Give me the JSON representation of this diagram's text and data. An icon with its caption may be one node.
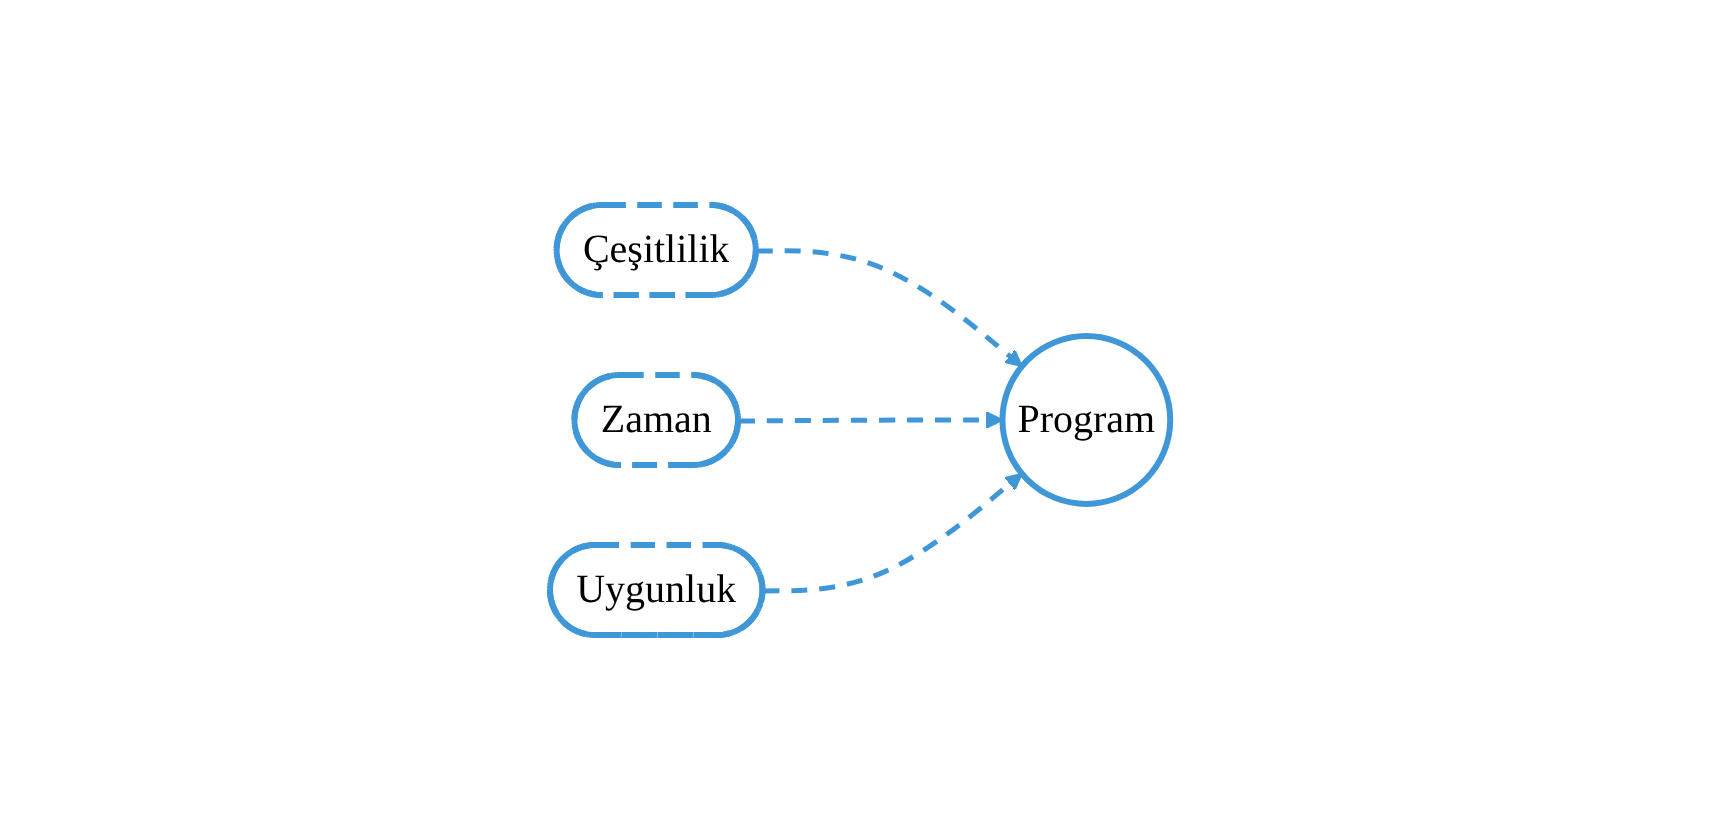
{
  "diagram": {
    "nodes": [
      {
        "text": [
          "Çeşitlilik"
        ]
      },
      {
        "text": [
          "Zaman"
        ]
      },
      {
        "text": [
          "Uygunluk"
        ]
      },
      {
        "text": [
          "Program"
        ]
      }
    ],
    "edges": [
      {
        "from": 0,
        "to": 3,
        "arrow": "to",
        "style": "dashed"
      },
      {
        "from": 1,
        "to": 3,
        "arrow": "to",
        "style": "dashed"
      },
      {
        "from": 2,
        "to": 3,
        "arrow": "to",
        "style": "dashed"
      }
    ]
  }
}
